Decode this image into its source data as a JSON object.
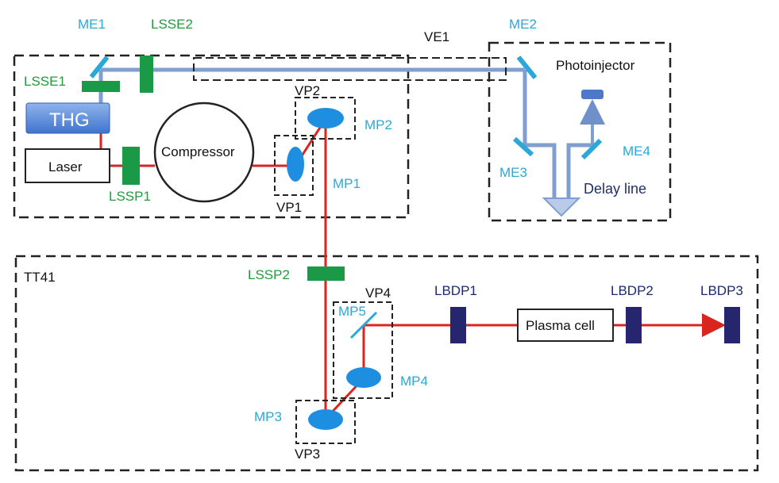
{
  "labels": {
    "me1": "ME1",
    "lsse2": "LSSE2",
    "lsse1": "LSSE1",
    "thg": "THG",
    "laser": "Laser",
    "compressor": "Compressor",
    "lssp1": "LSSP1",
    "vp2": "VP2",
    "mp2": "MP2",
    "mp1": "MP1",
    "vp1": "VP1",
    "ve1": "VE1",
    "me2": "ME2",
    "photoinjector": "Photoinjector",
    "me4": "ME4",
    "me3": "ME3",
    "delay_line": "Delay line",
    "tt41": "TT41",
    "lssp2": "LSSP2",
    "vp4": "VP4",
    "mp5": "MP5",
    "lbdp1": "LBDP1",
    "plasma_cell": "Plasma cell",
    "lbdp2": "LBDP2",
    "lbdp3": "LBDP3",
    "mp4": "MP4",
    "mp3": "MP3",
    "vp3": "VP3"
  },
  "colors": {
    "red_beam": "#d9251d",
    "uv_beam": "#7f9fd0",
    "cyan_label": "#2aa8d8",
    "green_label": "#1f9d3c",
    "navy_label": "#1b2a70",
    "mirror": "#1e90d8",
    "screen_green": "#1a9a46",
    "bdp_navy": "#2a2a7a",
    "thg_blue": "#4f86d8"
  }
}
